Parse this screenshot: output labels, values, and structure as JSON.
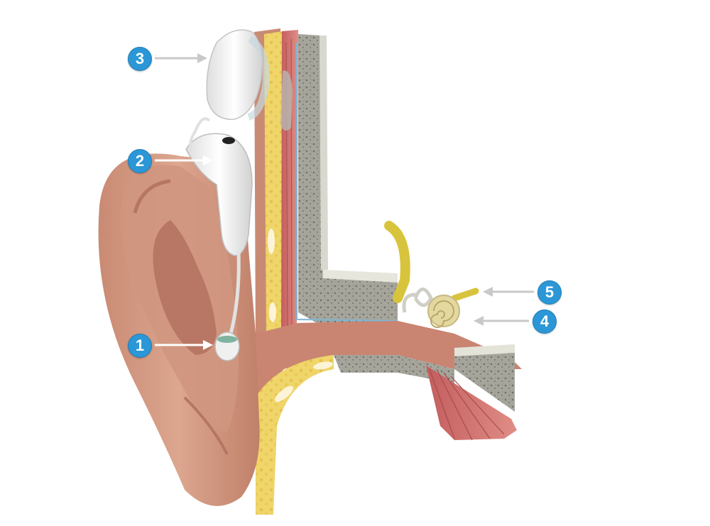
{
  "colors": {
    "badge": "#2b97d6",
    "arrow_white": "#ffffff",
    "arrow_gray": "#c9c9c9",
    "skin": "#d49a82",
    "skin_shadow": "#b67664",
    "fat_yellow": "#efd56a",
    "muscle": "#c96a6a",
    "bone": "#a8a8a0",
    "device": "#f3f3f3",
    "nerve": "#d8c43c"
  },
  "callouts": [
    {
      "label": "1",
      "arrow": "white"
    },
    {
      "label": "2",
      "arrow": "white"
    },
    {
      "label": "3",
      "arrow": "gray"
    },
    {
      "label": "4",
      "arrow": "gray"
    },
    {
      "label": "5",
      "arrow": "gray"
    }
  ],
  "icons": [
    "ear-anatomy-illustration",
    "earpiece-icon",
    "processor-icon",
    "transmitter-coil-icon",
    "cochlea-icon",
    "auditory-nerve-icon"
  ]
}
